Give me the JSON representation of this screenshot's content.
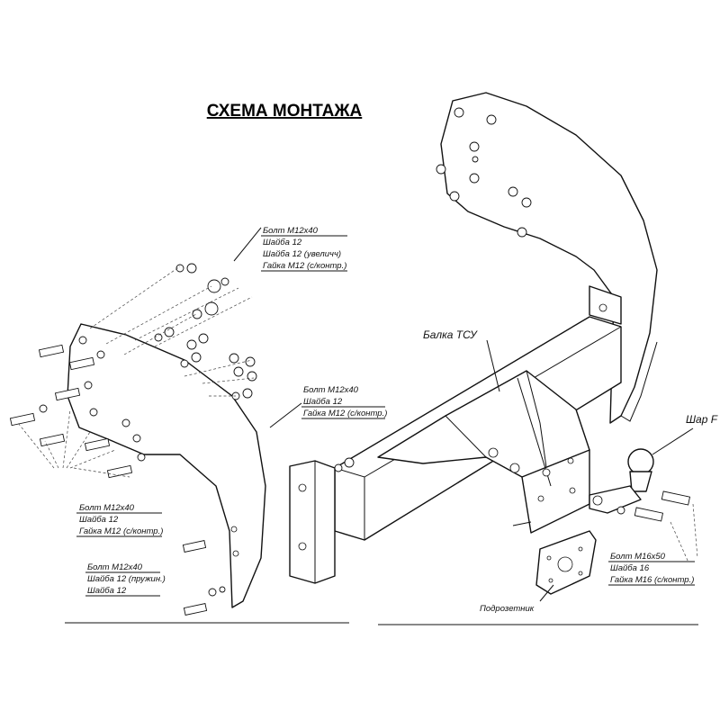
{
  "title": "СХЕМА МОНТАЖА",
  "callouts": {
    "top_bolts": [
      "Болт М12х40",
      "Шайба 12",
      "Шайба 12 (увеличч)",
      "Гайка М12 (с/контр.)"
    ],
    "middle_bolts": [
      "Болт М12х40",
      "Шайба 12",
      "Гайка М12 (с/контр.)"
    ],
    "left_bolts": [
      "Болт М12х40",
      "Шайба 12",
      "Гайка М12 (с/контр.)"
    ],
    "bottom_bolts": [
      "Болт М12х40",
      "Шайба 12 (пружин.)",
      "Шайба 12"
    ],
    "ball_bolts": [
      "Болт М16х50",
      "Шайба 16",
      "Гайка М16 (с/контр.)"
    ]
  },
  "labels": {
    "beam": "Балка ТСУ",
    "ball": "Шар F",
    "socket_plate": "Подрозетник"
  }
}
